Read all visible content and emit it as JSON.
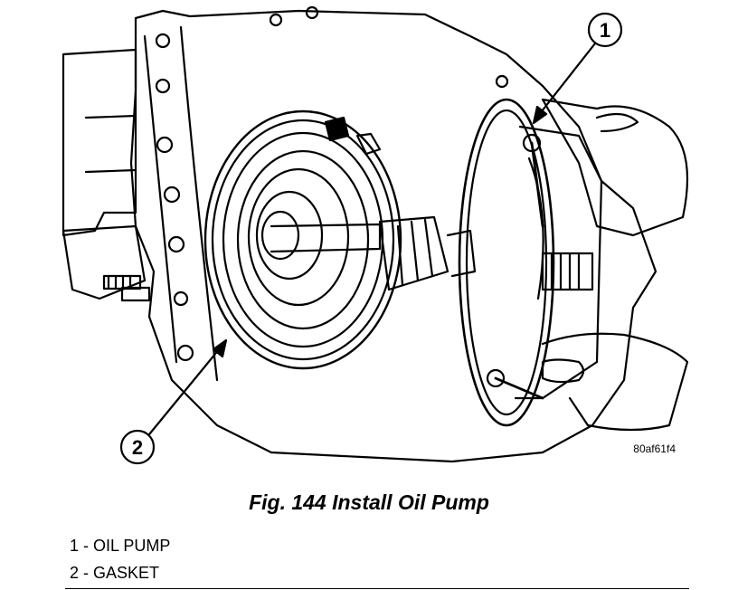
{
  "figure": {
    "caption": "Fig. 144 Install Oil Pump",
    "image_code": "80af61f4",
    "callouts": [
      {
        "number": "1",
        "target": "OIL PUMP"
      },
      {
        "number": "2",
        "target": "GASKET"
      }
    ]
  },
  "legend": [
    {
      "text": "1 - OIL PUMP"
    },
    {
      "text": "2 - GASKET"
    }
  ]
}
